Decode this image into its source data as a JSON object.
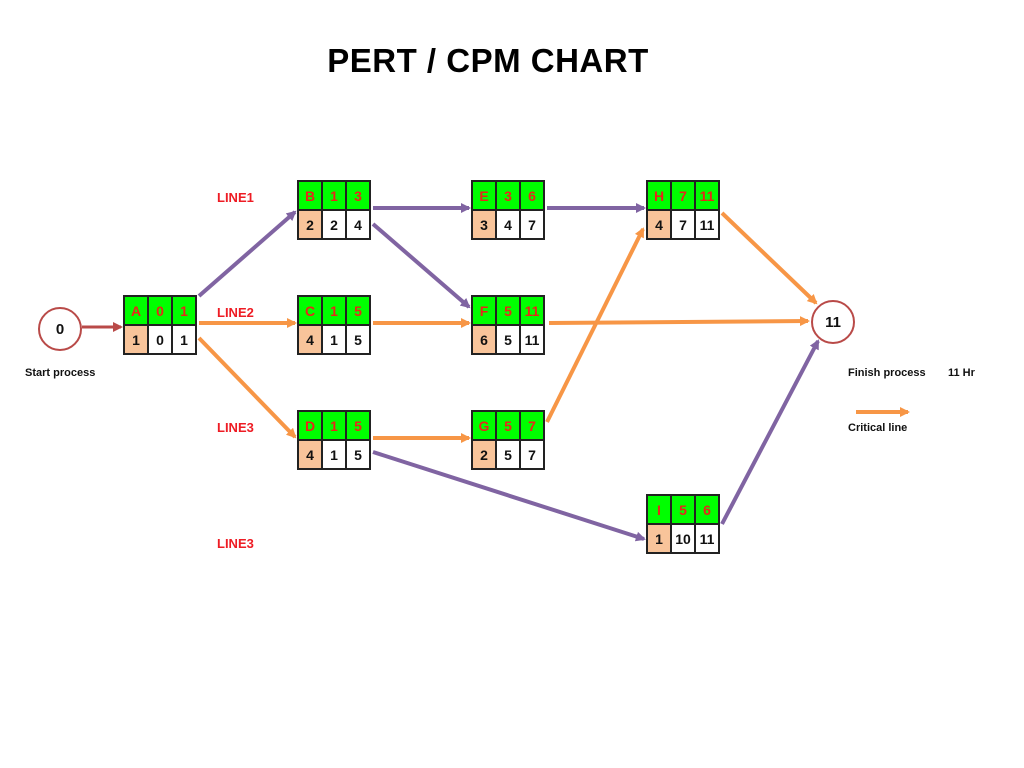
{
  "title": "PERT / CPM CHART",
  "colors": {
    "critical": "#f79646",
    "normal": "#8064a2",
    "start_arrow": "#b94a48",
    "node_top": "#00ff00",
    "node_top_text": "#e8261a",
    "duration_cell": "#f8c49a",
    "line_label": "#ee1c24"
  },
  "start": {
    "value": "0",
    "label": "Start process"
  },
  "finish": {
    "value": "11",
    "label": "Finish process",
    "duration": "11 Hr"
  },
  "legend": {
    "critical_label": "Critical line"
  },
  "line_labels": [
    "LINE1",
    "LINE2",
    "LINE3",
    "LINE3"
  ],
  "nodes": [
    {
      "id": "A",
      "es": "0",
      "ef": "1",
      "dur": "1",
      "ls": "0",
      "lf": "1"
    },
    {
      "id": "B",
      "es": "1",
      "ef": "3",
      "dur": "2",
      "ls": "2",
      "lf": "4"
    },
    {
      "id": "C",
      "es": "1",
      "ef": "5",
      "dur": "4",
      "ls": "1",
      "lf": "5"
    },
    {
      "id": "D",
      "es": "1",
      "ef": "5",
      "dur": "4",
      "ls": "1",
      "lf": "5"
    },
    {
      "id": "E",
      "es": "3",
      "ef": "6",
      "dur": "3",
      "ls": "4",
      "lf": "7"
    },
    {
      "id": "F",
      "es": "5",
      "ef": "11",
      "dur": "6",
      "ls": "5",
      "lf": "11"
    },
    {
      "id": "G",
      "es": "5",
      "ef": "7",
      "dur": "2",
      "ls": "5",
      "lf": "7"
    },
    {
      "id": "H",
      "es": "7",
      "ef": "11",
      "dur": "4",
      "ls": "7",
      "lf": "11"
    },
    {
      "id": "I",
      "es": "5",
      "ef": "6",
      "dur": "1",
      "ls": "10",
      "lf": "11"
    }
  ],
  "edges": [
    {
      "from": "start",
      "to": "A",
      "type": "start"
    },
    {
      "from": "A",
      "to": "B",
      "type": "normal"
    },
    {
      "from": "A",
      "to": "C",
      "type": "critical"
    },
    {
      "from": "A",
      "to": "D",
      "type": "critical"
    },
    {
      "from": "B",
      "to": "E",
      "type": "normal"
    },
    {
      "from": "B",
      "to": "F",
      "type": "normal"
    },
    {
      "from": "C",
      "to": "F",
      "type": "critical"
    },
    {
      "from": "D",
      "to": "G",
      "type": "critical"
    },
    {
      "from": "D",
      "to": "I",
      "type": "normal"
    },
    {
      "from": "E",
      "to": "H",
      "type": "normal"
    },
    {
      "from": "G",
      "to": "H",
      "type": "critical"
    },
    {
      "from": "F",
      "to": "finish",
      "type": "critical"
    },
    {
      "from": "H",
      "to": "finish",
      "type": "critical"
    },
    {
      "from": "I",
      "to": "finish",
      "type": "normal"
    }
  ]
}
